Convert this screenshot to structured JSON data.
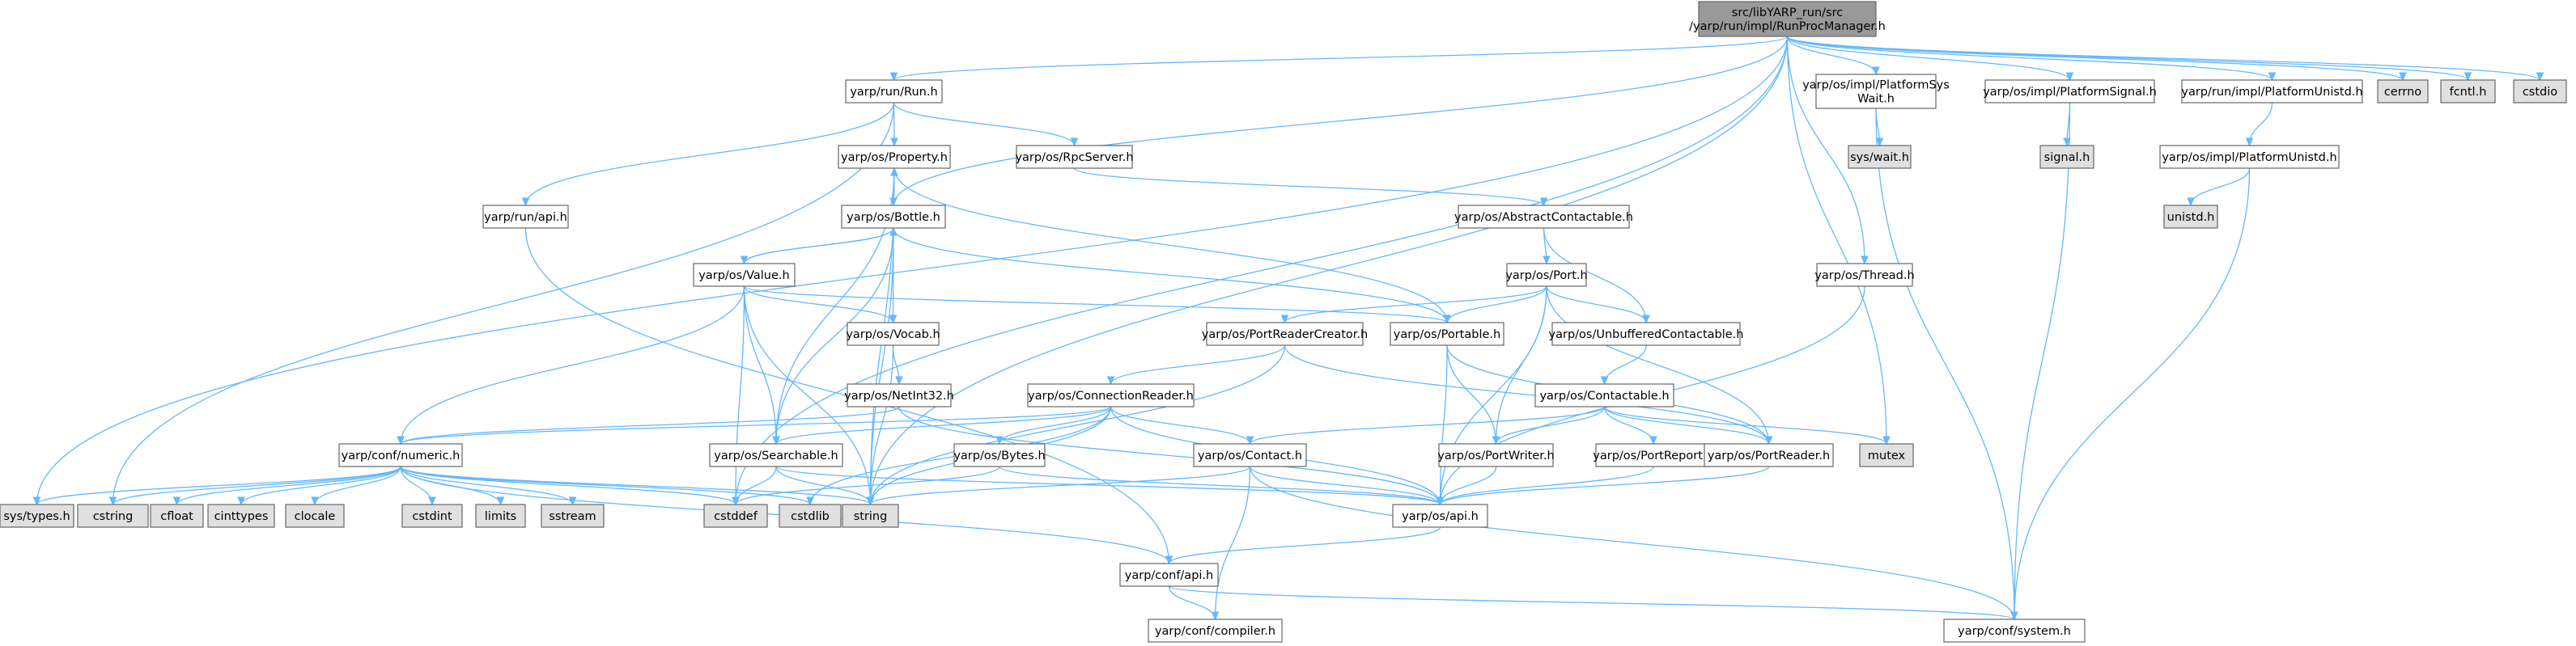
{
  "graph": {
    "nodes": [
      {
        "id": "root",
        "lines": [
          "src/libYARP_run/src",
          "/yarp/run/impl/RunProcManager.h"
        ],
        "kind": "root"
      },
      {
        "id": "run_run",
        "lines": [
          "yarp/run/Run.h"
        ],
        "kind": "file"
      },
      {
        "id": "platform_sys_wait",
        "lines": [
          "yarp/os/impl/PlatformSys",
          "Wait.h"
        ],
        "kind": "file"
      },
      {
        "id": "platform_signal",
        "lines": [
          "yarp/os/impl/PlatformSignal.h"
        ],
        "kind": "file"
      },
      {
        "id": "run_platform_unistd",
        "lines": [
          "yarp/run/impl/PlatformUnistd.h"
        ],
        "kind": "file"
      },
      {
        "id": "cerrno",
        "lines": [
          "cerrno"
        ],
        "kind": "system"
      },
      {
        "id": "fcntl",
        "lines": [
          "fcntl.h"
        ],
        "kind": "system"
      },
      {
        "id": "cstdio",
        "lines": [
          "cstdio"
        ],
        "kind": "system"
      },
      {
        "id": "os_property",
        "lines": [
          "yarp/os/Property.h"
        ],
        "kind": "file"
      },
      {
        "id": "os_rpcserver",
        "lines": [
          "yarp/os/RpcServer.h"
        ],
        "kind": "file"
      },
      {
        "id": "sys_wait",
        "lines": [
          "sys/wait.h"
        ],
        "kind": "system"
      },
      {
        "id": "signal",
        "lines": [
          "signal.h"
        ],
        "kind": "system"
      },
      {
        "id": "os_platform_unistd",
        "lines": [
          "yarp/os/impl/PlatformUnistd.h"
        ],
        "kind": "file"
      },
      {
        "id": "run_api",
        "lines": [
          "yarp/run/api.h"
        ],
        "kind": "file"
      },
      {
        "id": "os_bottle",
        "lines": [
          "yarp/os/Bottle.h"
        ],
        "kind": "file"
      },
      {
        "id": "abstract_contactable",
        "lines": [
          "yarp/os/AbstractContactable.h"
        ],
        "kind": "file"
      },
      {
        "id": "unistd",
        "lines": [
          "unistd.h"
        ],
        "kind": "system"
      },
      {
        "id": "os_value",
        "lines": [
          "yarp/os/Value.h"
        ],
        "kind": "file"
      },
      {
        "id": "os_port",
        "lines": [
          "yarp/os/Port.h"
        ],
        "kind": "file"
      },
      {
        "id": "os_thread",
        "lines": [
          "yarp/os/Thread.h"
        ],
        "kind": "file"
      },
      {
        "id": "os_vocab",
        "lines": [
          "yarp/os/Vocab.h"
        ],
        "kind": "file"
      },
      {
        "id": "port_reader_creator",
        "lines": [
          "yarp/os/PortReaderCreator.h"
        ],
        "kind": "file"
      },
      {
        "id": "os_portable",
        "lines": [
          "yarp/os/Portable.h"
        ],
        "kind": "file"
      },
      {
        "id": "unbuffered_contactable",
        "lines": [
          "yarp/os/UnbufferedContactable.h"
        ],
        "kind": "file"
      },
      {
        "id": "os_netint32",
        "lines": [
          "yarp/os/NetInt32.h"
        ],
        "kind": "file"
      },
      {
        "id": "connection_reader",
        "lines": [
          "yarp/os/ConnectionReader.h"
        ],
        "kind": "file"
      },
      {
        "id": "os_contactable",
        "lines": [
          "yarp/os/Contactable.h"
        ],
        "kind": "file"
      },
      {
        "id": "conf_numeric",
        "lines": [
          "yarp/conf/numeric.h"
        ],
        "kind": "file"
      },
      {
        "id": "os_searchable",
        "lines": [
          "yarp/os/Searchable.h"
        ],
        "kind": "file"
      },
      {
        "id": "os_bytes",
        "lines": [
          "yarp/os/Bytes.h"
        ],
        "kind": "file"
      },
      {
        "id": "os_contact",
        "lines": [
          "yarp/os/Contact.h"
        ],
        "kind": "highlight"
      },
      {
        "id": "os_portwriter",
        "lines": [
          "yarp/os/PortWriter.h"
        ],
        "kind": "file"
      },
      {
        "id": "os_portreport",
        "lines": [
          "yarp/os/PortReport.h"
        ],
        "kind": "file"
      },
      {
        "id": "os_portreader",
        "lines": [
          "yarp/os/PortReader.h"
        ],
        "kind": "file"
      },
      {
        "id": "mutex",
        "lines": [
          "mutex"
        ],
        "kind": "system"
      },
      {
        "id": "sys_types",
        "lines": [
          "sys/types.h"
        ],
        "kind": "system"
      },
      {
        "id": "cstring",
        "lines": [
          "cstring"
        ],
        "kind": "system"
      },
      {
        "id": "cfloat",
        "lines": [
          "cfloat"
        ],
        "kind": "system"
      },
      {
        "id": "cinttypes",
        "lines": [
          "cinttypes"
        ],
        "kind": "system"
      },
      {
        "id": "clocale",
        "lines": [
          "clocale"
        ],
        "kind": "system"
      },
      {
        "id": "cstdint",
        "lines": [
          "cstdint"
        ],
        "kind": "system"
      },
      {
        "id": "limits",
        "lines": [
          "limits"
        ],
        "kind": "system"
      },
      {
        "id": "sstream",
        "lines": [
          "sstream"
        ],
        "kind": "system"
      },
      {
        "id": "cstddef",
        "lines": [
          "cstddef"
        ],
        "kind": "system"
      },
      {
        "id": "cstdlib",
        "lines": [
          "cstdlib"
        ],
        "kind": "system"
      },
      {
        "id": "string",
        "lines": [
          "string"
        ],
        "kind": "system"
      },
      {
        "id": "os_api",
        "lines": [
          "yarp/os/api.h"
        ],
        "kind": "file"
      },
      {
        "id": "conf_api",
        "lines": [
          "yarp/conf/api.h"
        ],
        "kind": "file"
      },
      {
        "id": "conf_compiler",
        "lines": [
          "yarp/conf/compiler.h"
        ],
        "kind": "file"
      },
      {
        "id": "conf_system",
        "lines": [
          "yarp/conf/system.h"
        ],
        "kind": "file"
      }
    ],
    "edges": [
      [
        "root",
        "run_run"
      ],
      [
        "root",
        "platform_sys_wait"
      ],
      [
        "root",
        "platform_signal"
      ],
      [
        "root",
        "run_platform_unistd"
      ],
      [
        "root",
        "cerrno"
      ],
      [
        "root",
        "fcntl"
      ],
      [
        "root",
        "cstdio"
      ],
      [
        "root",
        "sys_types"
      ],
      [
        "root",
        "string"
      ],
      [
        "root",
        "os_bottle"
      ],
      [
        "root",
        "os_thread"
      ],
      [
        "root",
        "mutex"
      ],
      [
        "root",
        "cstddef"
      ],
      [
        "run_run",
        "os_property"
      ],
      [
        "run_run",
        "os_rpcserver"
      ],
      [
        "run_run",
        "run_api"
      ],
      [
        "run_run",
        "cstring"
      ],
      [
        "platform_sys_wait",
        "sys_wait"
      ],
      [
        "platform_sys_wait",
        "conf_system"
      ],
      [
        "platform_signal",
        "signal"
      ],
      [
        "platform_signal",
        "conf_system"
      ],
      [
        "run_platform_unistd",
        "os_platform_unistd"
      ],
      [
        "os_platform_unistd",
        "unistd"
      ],
      [
        "os_platform_unistd",
        "conf_system"
      ],
      [
        "os_property",
        "os_bottle"
      ],
      [
        "os_property",
        "os_portable"
      ],
      [
        "os_property",
        "os_searchable"
      ],
      [
        "os_property",
        "string"
      ],
      [
        "os_rpcserver",
        "abstract_contactable"
      ],
      [
        "run_api",
        "conf_api"
      ],
      [
        "os_bottle",
        "os_property"
      ],
      [
        "os_bottle",
        "os_value"
      ],
      [
        "os_bottle",
        "os_vocab"
      ],
      [
        "os_bottle",
        "os_portable"
      ],
      [
        "os_bottle",
        "os_searchable"
      ],
      [
        "os_bottle",
        "string"
      ],
      [
        "os_value",
        "os_bottle"
      ],
      [
        "os_value",
        "conf_numeric"
      ],
      [
        "os_value",
        "os_vocab"
      ],
      [
        "os_value",
        "os_portable"
      ],
      [
        "os_value",
        "os_searchable"
      ],
      [
        "os_value",
        "string"
      ],
      [
        "os_value",
        "cstddef"
      ],
      [
        "abstract_contactable",
        "os_port"
      ],
      [
        "abstract_contactable",
        "unbuffered_contactable"
      ],
      [
        "os_port",
        "port_reader_creator"
      ],
      [
        "os_port",
        "os_portable"
      ],
      [
        "os_port",
        "unbuffered_contactable"
      ],
      [
        "os_port",
        "os_portreader"
      ],
      [
        "os_port",
        "os_portwriter"
      ],
      [
        "os_port",
        "os_api"
      ],
      [
        "os_thread",
        "os_api"
      ],
      [
        "os_vocab",
        "os_netint32"
      ],
      [
        "os_vocab",
        "string"
      ],
      [
        "os_netint32",
        "conf_numeric"
      ],
      [
        "os_netint32",
        "os_api"
      ],
      [
        "port_reader_creator",
        "connection_reader"
      ],
      [
        "port_reader_creator",
        "os_portreader"
      ],
      [
        "port_reader_creator",
        "string"
      ],
      [
        "os_portable",
        "os_portwriter"
      ],
      [
        "os_portable",
        "os_portreader"
      ],
      [
        "os_portable",
        "os_api"
      ],
      [
        "unbuffered_contactable",
        "os_contactable"
      ],
      [
        "connection_reader",
        "conf_numeric"
      ],
      [
        "connection_reader",
        "os_searchable"
      ],
      [
        "connection_reader",
        "os_bytes"
      ],
      [
        "connection_reader",
        "os_contact"
      ],
      [
        "connection_reader",
        "os_api"
      ],
      [
        "connection_reader",
        "string"
      ],
      [
        "connection_reader",
        "cstdlib"
      ],
      [
        "os_contactable",
        "os_contact"
      ],
      [
        "os_contactable",
        "os_portwriter"
      ],
      [
        "os_contactable",
        "os_portreport"
      ],
      [
        "os_contactable",
        "os_portreader"
      ],
      [
        "os_contactable",
        "mutex"
      ],
      [
        "conf_numeric",
        "sys_types"
      ],
      [
        "conf_numeric",
        "cstring"
      ],
      [
        "conf_numeric",
        "cfloat"
      ],
      [
        "conf_numeric",
        "cinttypes"
      ],
      [
        "conf_numeric",
        "clocale"
      ],
      [
        "conf_numeric",
        "cstdint"
      ],
      [
        "conf_numeric",
        "limits"
      ],
      [
        "conf_numeric",
        "sstream"
      ],
      [
        "conf_numeric",
        "cstddef"
      ],
      [
        "conf_numeric",
        "cstdlib"
      ],
      [
        "conf_numeric",
        "string"
      ],
      [
        "conf_numeric",
        "conf_api"
      ],
      [
        "os_searchable",
        "os_api"
      ],
      [
        "os_searchable",
        "string"
      ],
      [
        "os_searchable",
        "cstddef"
      ],
      [
        "os_bytes",
        "os_api"
      ],
      [
        "os_bytes",
        "cstddef"
      ],
      [
        "os_contact",
        "os_api"
      ],
      [
        "os_contact",
        "string"
      ],
      [
        "os_contact",
        "conf_compiler"
      ],
      [
        "os_contact",
        "conf_system"
      ],
      [
        "os_portwriter",
        "os_api"
      ],
      [
        "os_portreport",
        "os_api"
      ],
      [
        "os_portreader",
        "os_api"
      ],
      [
        "os_api",
        "conf_api"
      ],
      [
        "conf_api",
        "conf_compiler"
      ],
      [
        "conf_api",
        "conf_system"
      ]
    ]
  },
  "colors": {
    "root_fill": "#999999",
    "file_fill": "#ffffff",
    "system_fill": "#e0e0e0",
    "highlight_stroke": "#ff0000",
    "box_stroke": "#666666",
    "edge": "#63b8ff"
  }
}
